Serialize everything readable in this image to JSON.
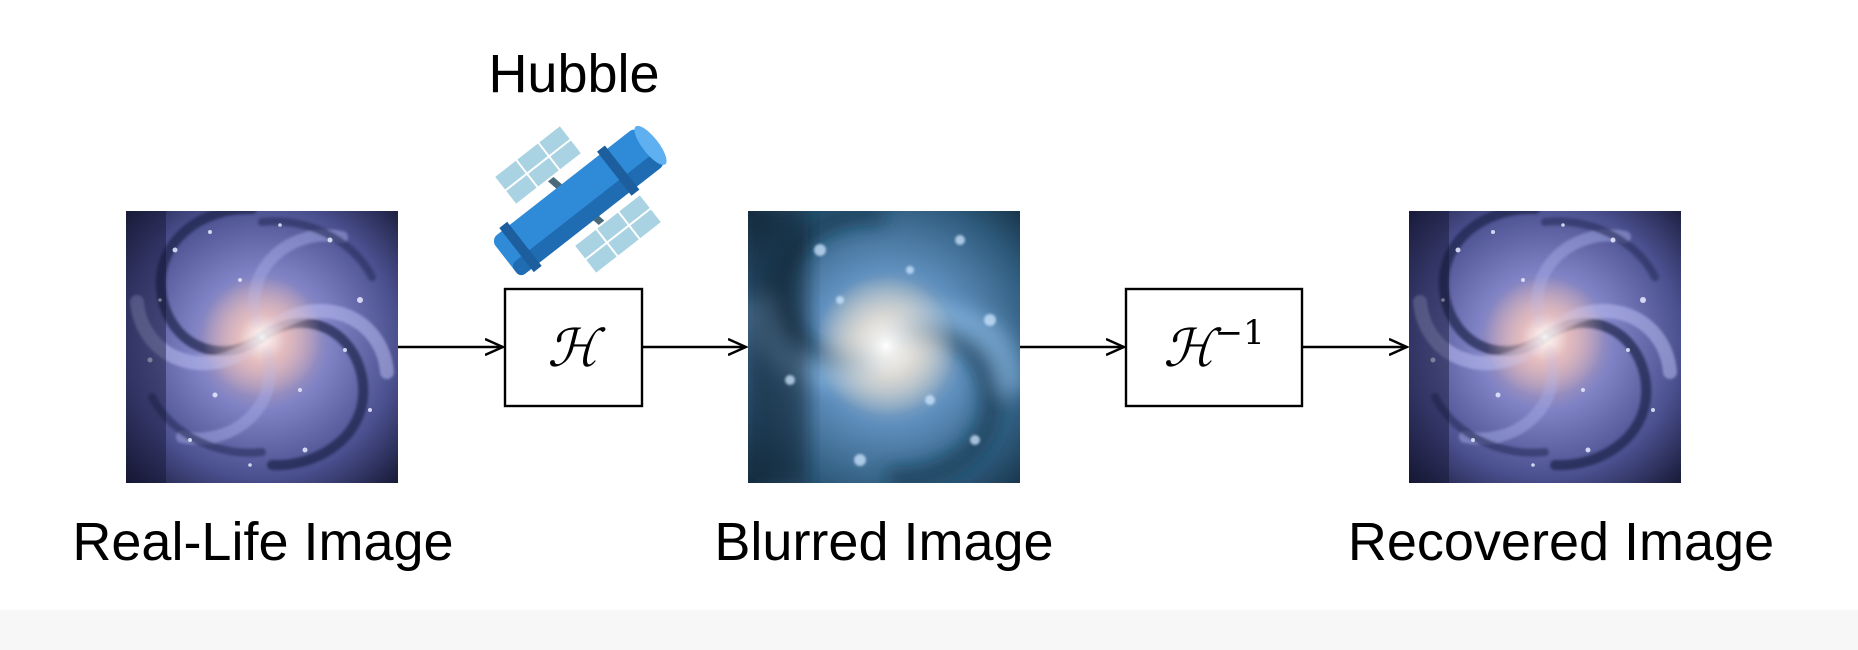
{
  "telescope": {
    "label": "Hubble",
    "icon": "hubble-telescope-icon"
  },
  "stages": [
    {
      "id": "real",
      "label": "Real-Life Image",
      "image": "spiral-galaxy-sharp"
    },
    {
      "id": "blurred",
      "label": "Blurred Image",
      "image": "spiral-galaxy-blurred"
    },
    {
      "id": "recovered",
      "label": "Recovered Image",
      "image": "spiral-galaxy-sharp"
    }
  ],
  "operators": [
    {
      "id": "forward",
      "symbol": "ℋ",
      "superscript": ""
    },
    {
      "id": "inverse",
      "symbol": "ℋ",
      "superscript": "−1"
    }
  ],
  "colors": {
    "galaxy_dark": "#1a1d3a",
    "galaxy_arm": "#8a8fd0",
    "galaxy_core": "#f3d9d0",
    "blur_dark": "#142e42",
    "blur_arm": "#6aa0d2",
    "telescope_blue": "#2f8ad8",
    "panel_blue": "#a9d3e3"
  }
}
